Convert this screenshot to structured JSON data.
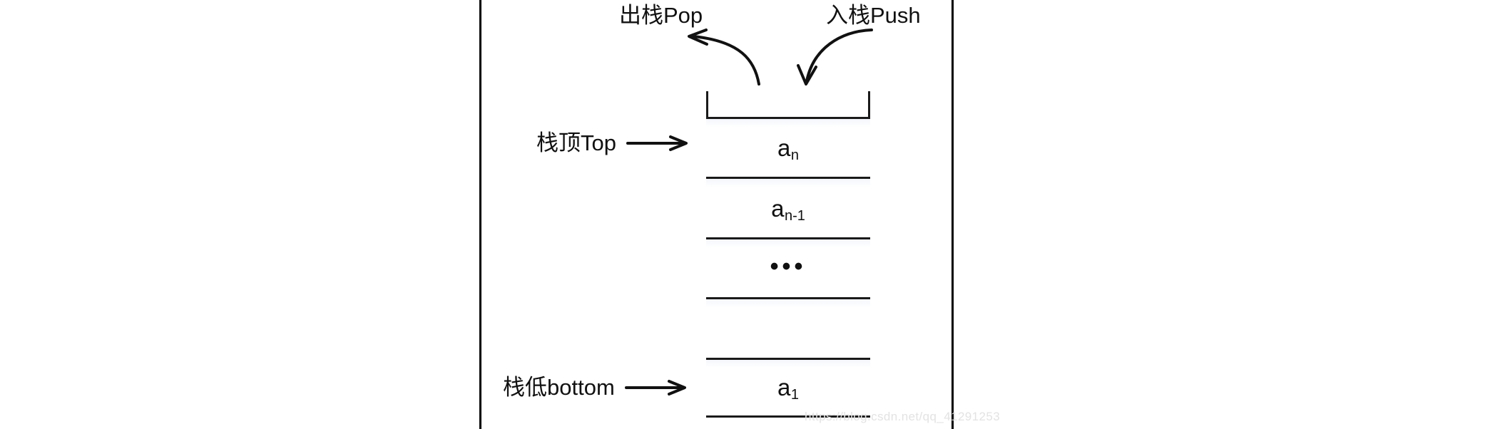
{
  "diagram": {
    "title_pop": "出栈Pop",
    "title_push": "入栈Push",
    "label_top": "栈顶Top",
    "label_bottom": "栈低bottom",
    "watermark": "https://blog.csdn.net/qq_41291253",
    "colors": {
      "stroke": "#1a1a1a",
      "frame": "#000000",
      "text": "#111111",
      "cell_fill": "#ffffff",
      "cell_top_tint": "#f3f6fb",
      "watermark": "#e3e3e3",
      "background": "#ffffff"
    },
    "icons": {
      "arrow_pop": "curved-arrow-up-left-icon",
      "arrow_push": "curved-arrow-down-icon",
      "arrow_top": "arrow-right-icon",
      "arrow_bottom": "arrow-right-icon"
    },
    "stack": {
      "cells": [
        {
          "base": "a",
          "sub": "n",
          "dots": false
        },
        {
          "base": "a",
          "sub": "n-1",
          "dots": false
        },
        {
          "base": "",
          "sub": "",
          "dots": true,
          "dots_text": "•••"
        },
        {
          "base": "",
          "sub": "",
          "dots": false
        },
        {
          "base": "a",
          "sub": "1",
          "dots": false
        }
      ]
    }
  }
}
